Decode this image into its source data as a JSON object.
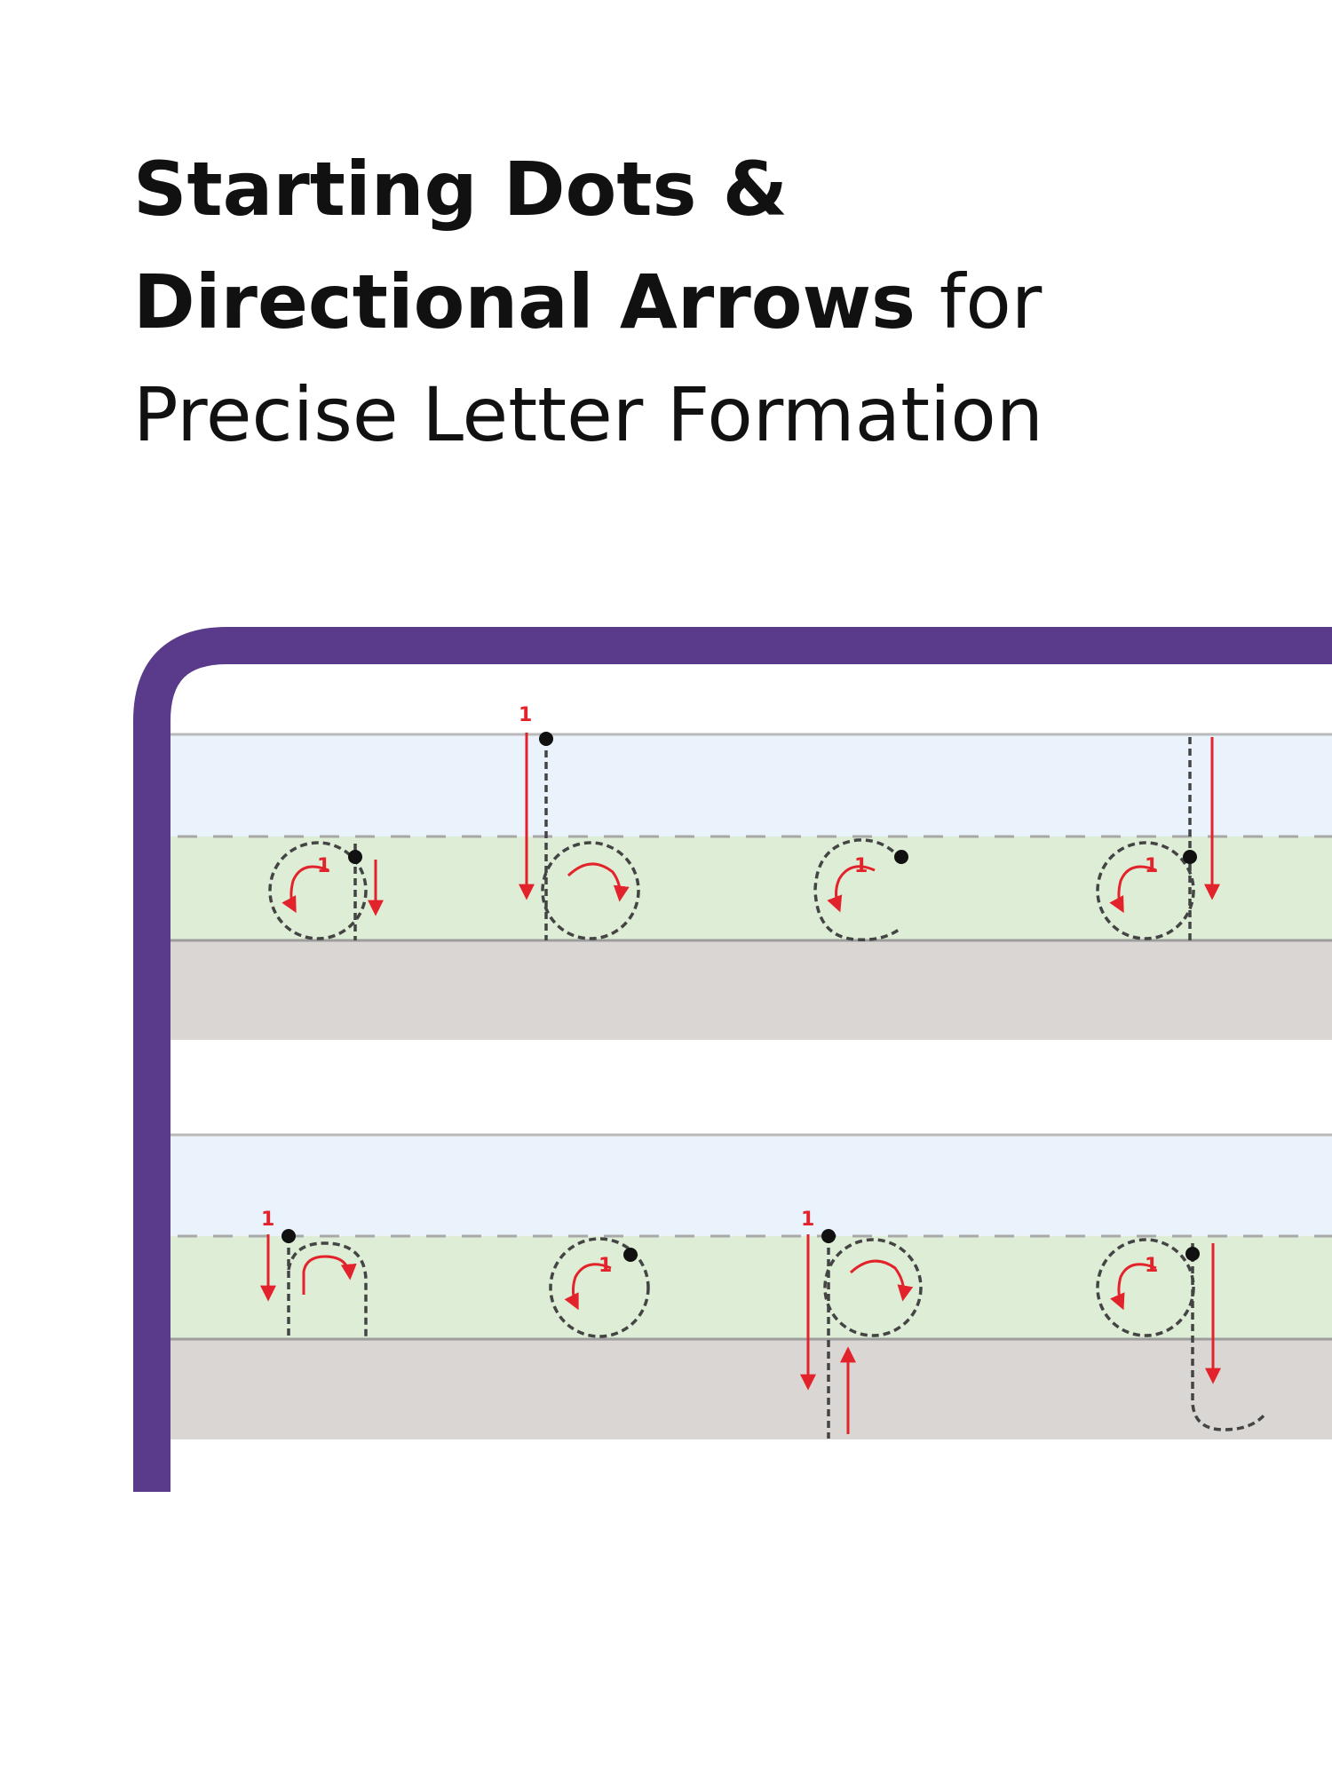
{
  "heading": {
    "bold_text": "Starting Dots & Directional Arrows",
    "regular_text": " for Precise Letter Formation"
  },
  "worksheet": {
    "frame_color": "#5a3a8b",
    "top_band_color": "#eaf3fb",
    "middle_band_color": "#deeed6",
    "bottom_band_color": "#d9d6d3",
    "arrow_color": "#e3232b",
    "stroke_order_label": "1",
    "rows": [
      {
        "letters": [
          "a",
          "b",
          "c",
          "d"
        ]
      },
      {
        "letters": [
          "n",
          "o",
          "p",
          "q"
        ]
      }
    ]
  }
}
